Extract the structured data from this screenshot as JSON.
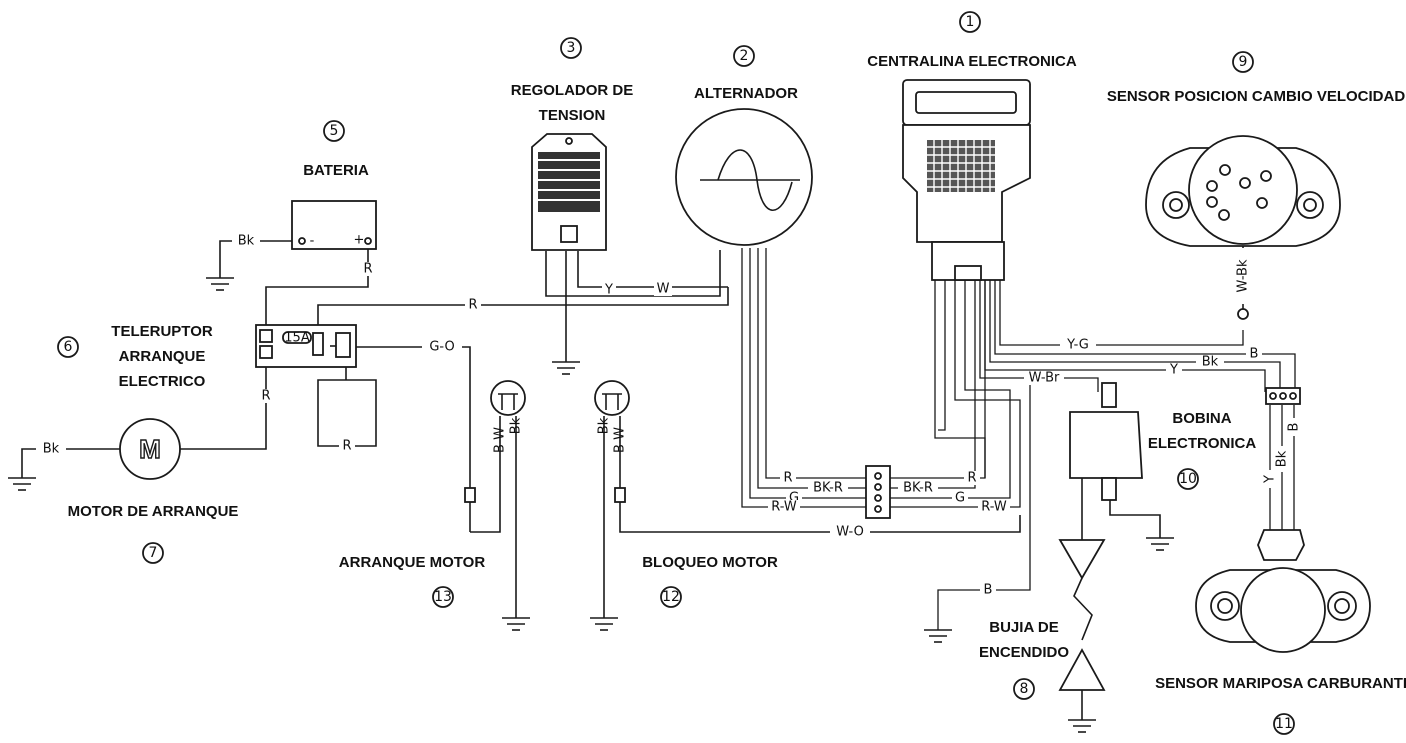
{
  "components": {
    "centralina": {
      "number": "1",
      "label": "CENTRALINA ELECTRONICA"
    },
    "alternador": {
      "number": "2",
      "label": "ALTERNADOR"
    },
    "regulador": {
      "number": "3",
      "label_line1": "REGOLADOR DE",
      "label_line2": "TENSION"
    },
    "bateria": {
      "number": "5",
      "label": "BATERIA",
      "neg_sign": "-",
      "pos_sign": "+"
    },
    "teleruptor": {
      "number": "6",
      "label_line1": "TELERUPTOR",
      "label_line2": "ARRANQUE",
      "label_line3": "ELECTRICO",
      "fuse": "15A"
    },
    "motor_arranque": {
      "number": "7",
      "label": "MOTOR DE ARRANQUE",
      "symbol": "M"
    },
    "bujia": {
      "number": "8",
      "label_line1": "BUJIA DE",
      "label_line2": "ENCENDIDO"
    },
    "sensor_cambio": {
      "number": "9",
      "label": "SENSOR POSICION CAMBIO VELOCIDAD"
    },
    "bobina": {
      "number": "10",
      "label_line1": "BOBINA",
      "label_line2": "ELECTRONICA"
    },
    "sensor_mariposa": {
      "number": "11",
      "label": "SENSOR MARIPOSA CARBURANTE"
    },
    "bloqueo_motor": {
      "number": "12",
      "label": "BLOQUEO  MOTOR"
    },
    "arranque_motor": {
      "number": "13",
      "label": "ARRANQUE  MOTOR"
    }
  },
  "wires": {
    "batt_ground": "Bk",
    "batt_pos": "R",
    "main_r": "R",
    "reg_y": "Y",
    "reg_w": "W",
    "tele_r_down": "R",
    "tele_r_loop": "R",
    "tele_g_o": "G-O",
    "motor_bk": "Bk",
    "start_b_w": "B-W",
    "start_bk": "Bk",
    "block_bk": "Bk",
    "block_b_w": "B-W",
    "w_o": "W-O",
    "conn_r_left": "R",
    "conn_bk_r_left": "BK-R",
    "conn_g_left": "G",
    "conn_r_w_left": "R-W",
    "conn_r_right": "R",
    "conn_bk_r_right": "BK-R",
    "conn_g_right": "G",
    "conn_r_w_right": "R-W",
    "y_g": "Y-G",
    "b_top": "B",
    "bk_mid": "Bk",
    "y_mid": "Y",
    "w_br": "W-Br",
    "b_bujia": "B",
    "sensor_w_bk": "W-Bk",
    "tps_y": "Y",
    "tps_bk": "Bk",
    "tps_b": "B"
  },
  "colors": {
    "line": "#1a1a1a",
    "background": "#ffffff"
  }
}
